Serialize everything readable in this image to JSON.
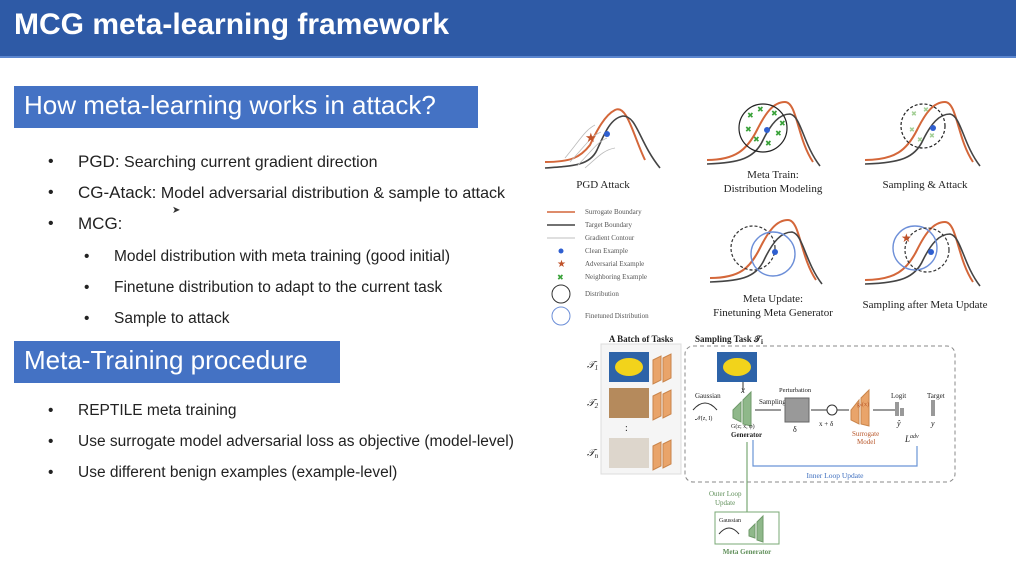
{
  "slide": {
    "title": "MCG meta-learning framework"
  },
  "section1": {
    "heading": "How meta-learning works in attack?",
    "bullets": [
      {
        "term": "PGD:",
        "desc": "Searching current gradient direction"
      },
      {
        "term": "CG-Atack:",
        "desc": "Model adversarial distribution & sample to attack"
      },
      {
        "term": "MCG:",
        "desc": ""
      }
    ],
    "mcg_sub": [
      "Model distribution with meta training (good initial)",
      "Finetune distribution to adapt to the current task",
      "Sample to attack"
    ]
  },
  "section2": {
    "heading": "Meta-Training procedure",
    "bullets": [
      "REPTILE meta training",
      "Use surrogate model adversarial loss as objective (model-level)",
      "Use different benign examples (example-level)"
    ]
  },
  "figure": {
    "panels": {
      "pgd": [
        "PGD Attack"
      ],
      "meta_train": [
        "Meta Train:",
        "Distribution Modeling"
      ],
      "sampling": [
        "Sampling & Attack"
      ],
      "meta_update": [
        "Meta Update:",
        "Finetuning Meta Generator"
      ],
      "sampling_after": [
        "Sampling after Meta Update"
      ]
    },
    "legend": [
      "Surrogate Boundary",
      "Target Boundary",
      "Gradient Contour",
      "Clean Example",
      "Adversarial Example",
      "Neighboring Example",
      "Distribution",
      "Finetuned Distribution"
    ],
    "pipeline": {
      "batch_title": "A Batch of Tasks",
      "sampling_title": "Sampling Task 𝒯",
      "sampling_sub": "i",
      "tasks": [
        "𝒯",
        "𝒯",
        "𝒯"
      ],
      "task_subs": [
        "1",
        "2",
        "n"
      ],
      "dots": ":",
      "x_label": "x",
      "gaussian": "Gaussian",
      "gaussian_dist": "𝒩(z, I)",
      "sampling": "Sampling",
      "perturbation": "Perturbation",
      "delta": "δ",
      "g_func": "G(z; x, φ)",
      "generator": "Generator",
      "x_plus_delta": "x + δ",
      "surrogate_func": "gₛ(x)",
      "surrogate": [
        "Surrogate",
        "Model"
      ],
      "logit": "Logit",
      "target": "Target",
      "yhat": "ŷ",
      "y": "y",
      "loss": "L",
      "loss_sup": "adv",
      "inner_loop": "Inner Loop Update",
      "outer_loop": [
        "Outer Loop",
        "Update"
      ],
      "meta_generator": "Meta Generator"
    },
    "colors": {
      "surrogate": "#d4673a",
      "target": "#3a3a3a",
      "clean": "#2f5fd0",
      "adv": "#c0522a",
      "neighbor": "#3aa23a",
      "finetuned": "#6d8fd8",
      "pipeline_green": "#7aa874",
      "pipeline_blue": "#6a95d6"
    }
  }
}
